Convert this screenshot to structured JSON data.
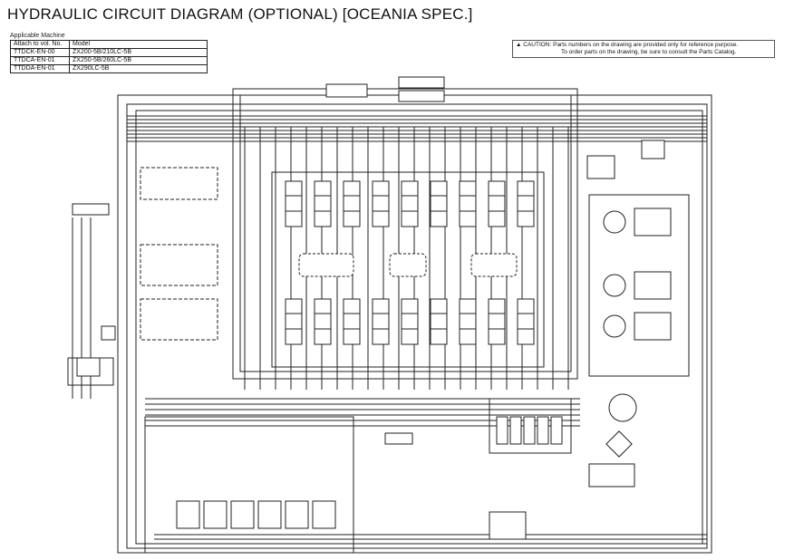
{
  "title": "HYDRAULIC CIRCUIT DIAGRAM (OPTIONAL) [OCEANIA SPEC.]",
  "applicable_machine": {
    "label": "Applicable Machine",
    "headers": [
      "Attach to vol. No.",
      "Model"
    ],
    "rows": [
      [
        "TTDCK-EN-00",
        "ZX200-5B/210LC-5B"
      ],
      [
        "TTDCA-EN-01",
        "ZX250-5B/260LC-5B"
      ],
      [
        "TTDDA-EN-01",
        "ZX290LC-5B"
      ]
    ]
  },
  "caution": {
    "icon": "warning-triangle-icon",
    "line1": "CAUTION: Parts numbers on the drawing are provided only for reference purpose.",
    "line2": "To order parts on the drawing, be sure to consult the Parts Catalog."
  },
  "colors": {
    "line": "#222222",
    "background": "#ffffff"
  }
}
